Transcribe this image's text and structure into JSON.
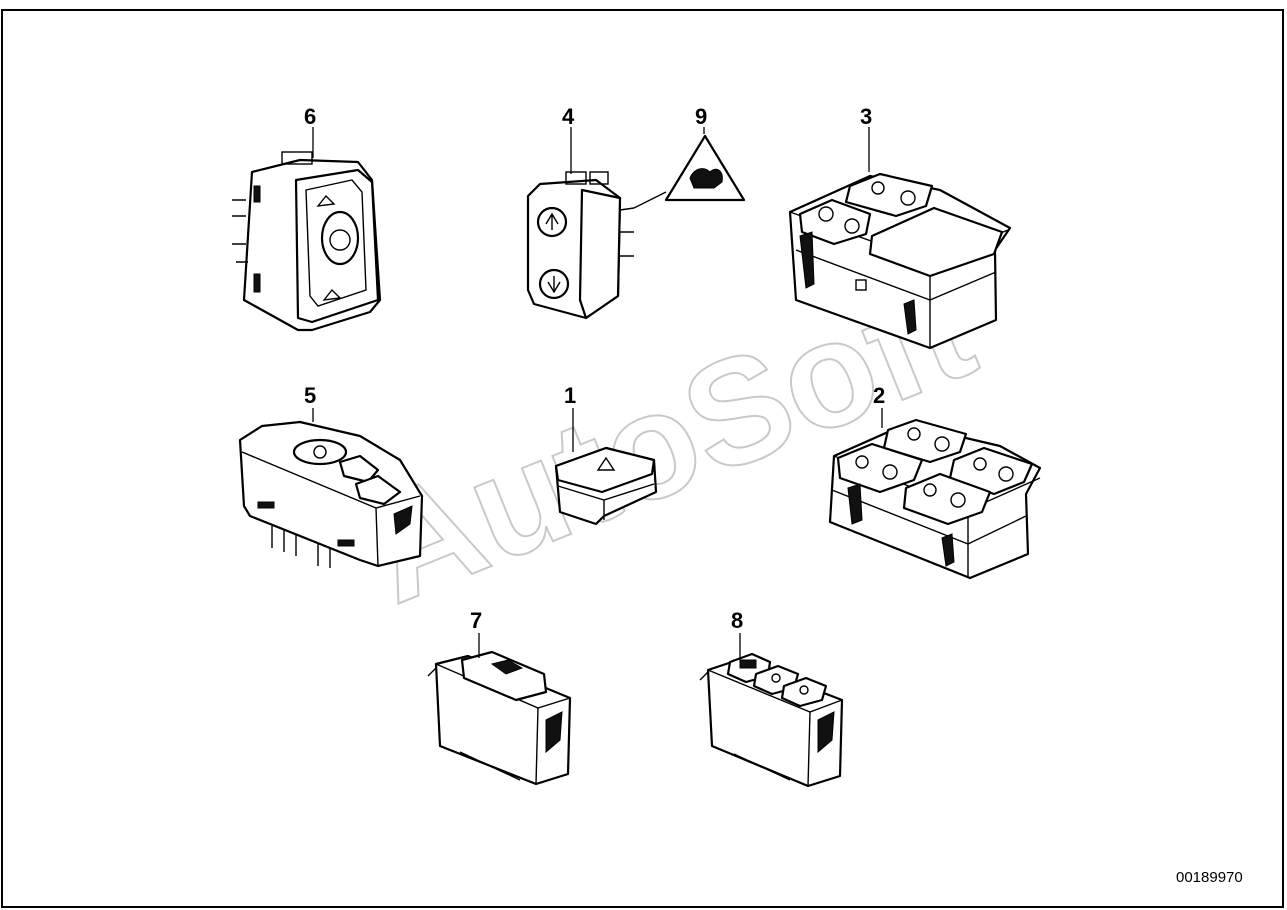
{
  "callouts": {
    "c1": "1",
    "c2": "2",
    "c3": "3",
    "c4": "4",
    "c5": "5",
    "c6": "6",
    "c7": "7",
    "c8": "8",
    "c9": "9"
  },
  "watermark": "AutoSoft",
  "reference_number": "00189970"
}
